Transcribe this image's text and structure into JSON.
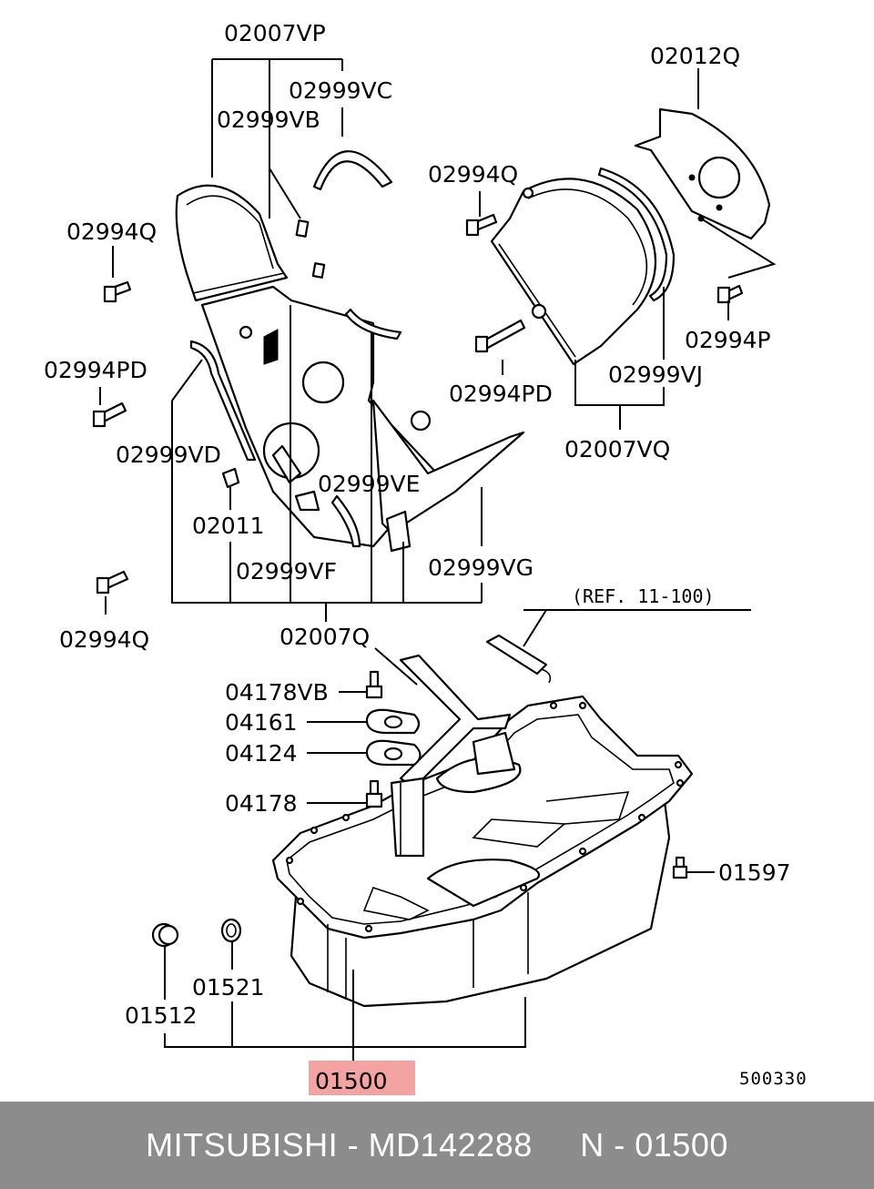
{
  "labels": {
    "l02007VP": "02007VP",
    "l02999VC": "02999VC",
    "l02999VB": "02999VB",
    "l02994Q_a": "02994Q",
    "l02994PD_a": "02994PD",
    "l02999VD": "02999VD",
    "l02011": "02011",
    "l02999VE": "02999VE",
    "l02999VF": "02999VF",
    "l02999VG": "02999VG",
    "l02994Q_b": "02994Q",
    "l02007Q": "02007Q",
    "l02012Q": "02012Q",
    "l02994Q_c": "02994Q",
    "l02994P": "02994P",
    "l02994PD_b": "02994PD",
    "l02999VJ": "02999VJ",
    "l02007VQ": "02007VQ",
    "ref": "(REF. 11-100)",
    "l04178VB": "04178VB",
    "l04161": "04161",
    "l04124": "04124",
    "l04178": "04178",
    "l01597": "01597",
    "l01521": "01521",
    "l01512": "01512",
    "l01500": "01500",
    "code": "500330"
  },
  "highlight_color": "#f4a3a3",
  "footer": {
    "text": "MITSUBISHI - MD142288     N - 01500"
  }
}
